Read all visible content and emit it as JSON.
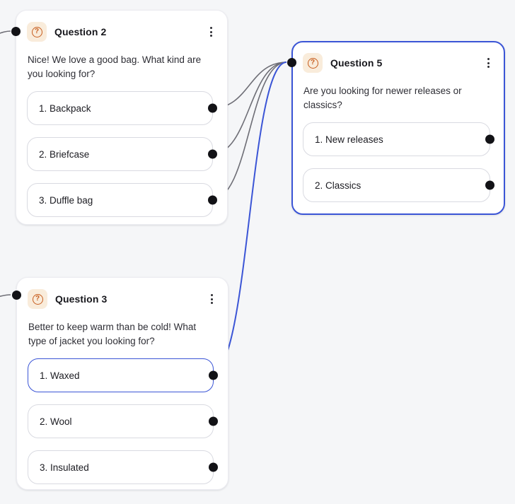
{
  "colors": {
    "canvas_bg": "#f5f6f8",
    "card_bg": "#ffffff",
    "accent_blue": "#3b55d6",
    "edge_gray": "#6e6e76",
    "handle_black": "#121216",
    "icon_orange": "#c75d1e",
    "icon_chip_bg": "#f9ecdb"
  },
  "icon_glyph": "?",
  "nodes": [
    {
      "title": "Question 2",
      "question": "Nice! We love a good bag. What kind are you looking for?",
      "selected": false,
      "options": [
        {
          "label": "1. Backpack",
          "selected": false
        },
        {
          "label": "2. Briefcase",
          "selected": false
        },
        {
          "label": "3. Duffle bag",
          "selected": false
        }
      ]
    },
    {
      "title": "Question 5",
      "question": "Are you looking for newer releases or classics?",
      "selected": true,
      "options": [
        {
          "label": "1. New releases",
          "selected": false
        },
        {
          "label": "2. Classics",
          "selected": false
        }
      ]
    },
    {
      "title": "Question 3",
      "question": "Better to keep warm than be cold! What type of jacket you looking for?",
      "selected": false,
      "options": [
        {
          "label": "1. Waxed",
          "selected": true
        },
        {
          "label": "2. Wool",
          "selected": false
        },
        {
          "label": "3. Insulated",
          "selected": false
        }
      ]
    }
  ],
  "edges": [
    {
      "from": "offscreen-left",
      "to": "Question 2",
      "selected": false
    },
    {
      "from": "offscreen-left",
      "to": "Question 3",
      "selected": false
    },
    {
      "from": "Question 2 / 1. Backpack",
      "to": "Question 5",
      "selected": false
    },
    {
      "from": "Question 2 / 2. Briefcase",
      "to": "Question 5",
      "selected": false
    },
    {
      "from": "Question 2 / 3. Duffle bag",
      "to": "Question 5",
      "selected": false
    },
    {
      "from": "Question 3 / 1. Waxed",
      "to": "Question 5",
      "selected": true
    }
  ]
}
